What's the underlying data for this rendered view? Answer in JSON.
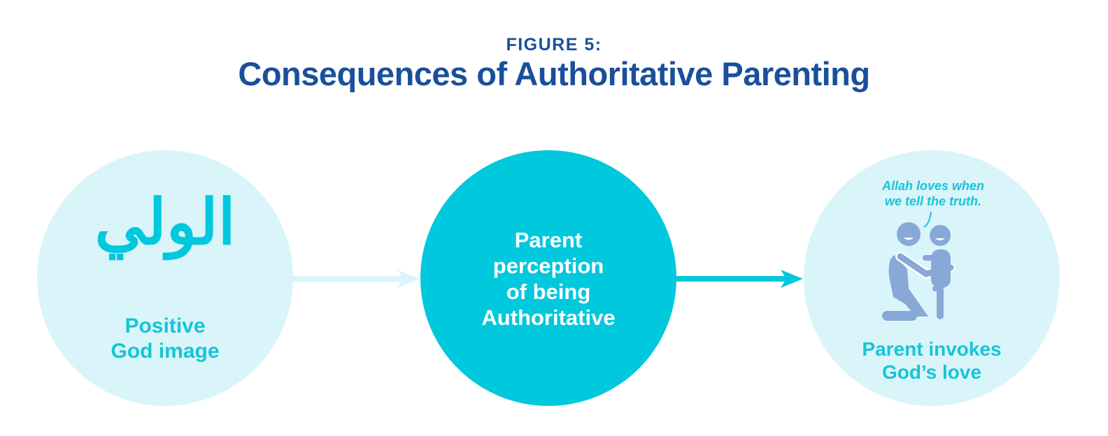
{
  "header": {
    "figure_label": "FIGURE 5:",
    "title": "Consequences of Authoritative Parenting"
  },
  "nodes": [
    {
      "label_line1": "Positive",
      "label_line2": "God image",
      "calligraphy": "الولي"
    },
    {
      "label_lines": [
        "Parent",
        "perception",
        "of being",
        "Authoritative"
      ]
    },
    {
      "label_line1": "Parent invokes",
      "label_line2": "God’s love",
      "speech_line1": "Allah loves when",
      "speech_line2": "we tell the truth."
    }
  ],
  "colors": {
    "title": "#1a4f9b",
    "cyan": "#00c8dd",
    "light": "#d9f5f9",
    "figure": "#88a8d8"
  }
}
